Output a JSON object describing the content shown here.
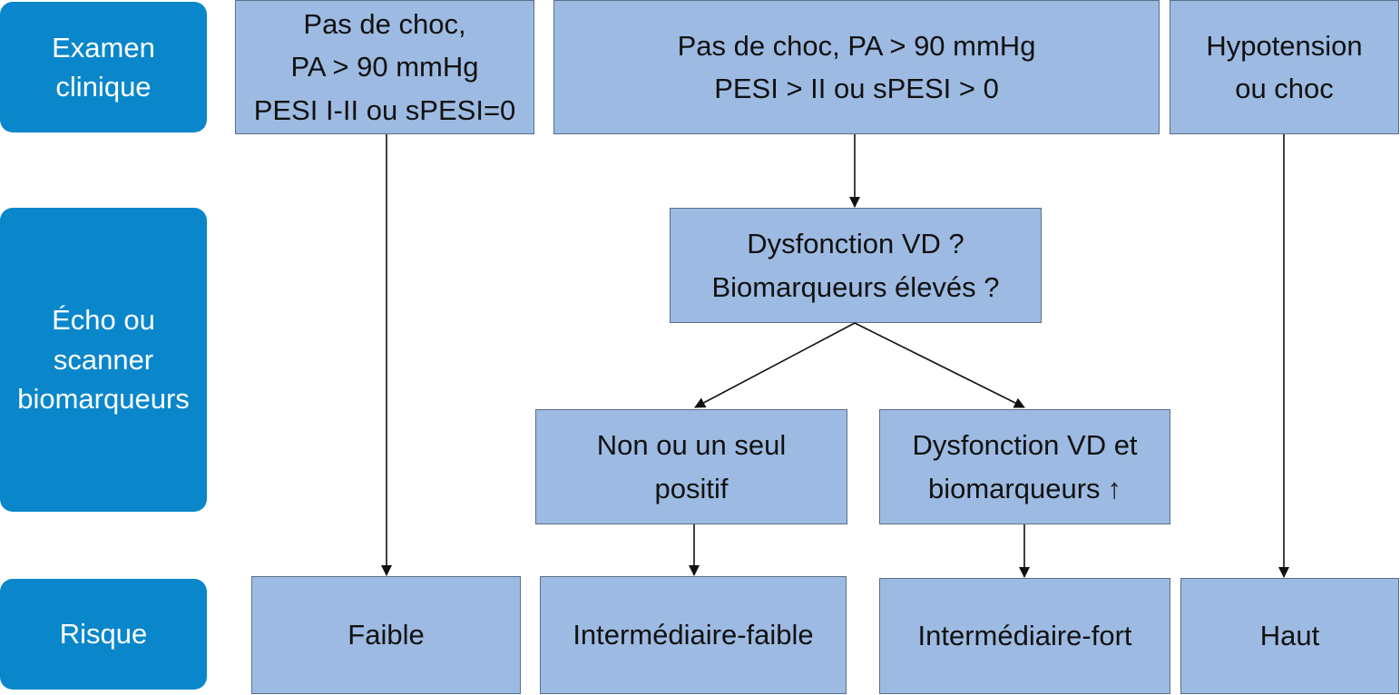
{
  "rows": {
    "examen": "Examen\nclinique",
    "echo": "Écho ou\nscanner\nbiomarqueurs",
    "risque": "Risque"
  },
  "boxes": {
    "low_clinical": "Pas de choc,\nPA > 90 mmHg\nPESI I-II ou sPESI=0",
    "mid_clinical": "Pas de choc, PA > 90 mmHg\nPESI > II ou sPESI > 0",
    "high_clinical": "Hypotension\nou choc",
    "question": "Dysfonction VD ?\nBiomarqueurs élevés ?",
    "non_positive": "Non ou un seul\npositif",
    "both_positive_line1": "Dysfonction VD et",
    "both_positive_line2": "biomarqueurs",
    "both_positive_arrow": "↑"
  },
  "risk": {
    "faible": "Faible",
    "inter_faible": "Intermédiaire-faible",
    "inter_fort": "Intermédiaire-fort",
    "haut": "Haut"
  },
  "colors": {
    "side_blue": "#0a87cb",
    "box_fill": "#9dbbe2",
    "box_border": "#5a6e88",
    "line": "#111111"
  }
}
